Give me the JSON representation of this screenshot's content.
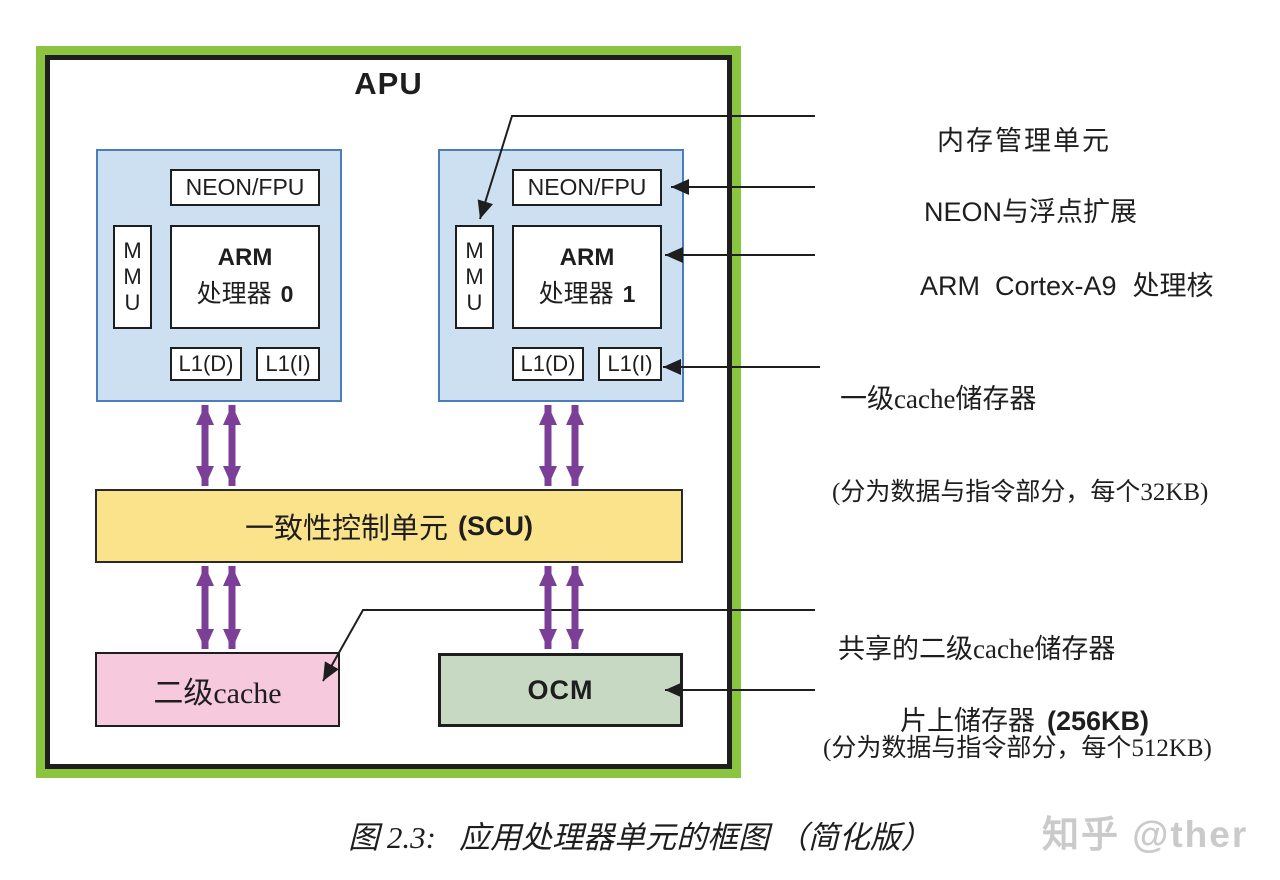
{
  "diagram": {
    "title": "APU",
    "cpu0": {
      "neon_fpu": "NEON/FPU",
      "mmu": "M\nM\nU",
      "arm_line1": "ARM",
      "arm_line2": "处理器",
      "core_id": "0",
      "l1d": "L1(D)",
      "l1i": "L1(I)"
    },
    "cpu1": {
      "neon_fpu": "NEON/FPU",
      "mmu": "M\nM\nU",
      "arm_line1": "ARM",
      "arm_line2": "处理器",
      "core_id": "1",
      "l1d": "L1(D)",
      "l1i": "L1(I)"
    },
    "scu": {
      "label_cn": "一致性控制单元",
      "label_en": "(SCU)"
    },
    "l2cache": {
      "label": "二级cache"
    },
    "ocm": {
      "label": "OCM"
    }
  },
  "annotations": {
    "mmu": {
      "text": "内存管理单元"
    },
    "neon": {
      "en": "NEON",
      "cn": "与浮点扩展"
    },
    "arm": {
      "en": "ARM  Cortex-A9",
      "cn": "处理核"
    },
    "l1": {
      "line1": "一级cache储存器",
      "line2": "(分为数据与指令部分，每个32KB)"
    },
    "l2": {
      "line1": "共享的二级cache储存器",
      "line2": "(分为数据与指令部分，每个512KB)"
    },
    "ocm": {
      "cn": "片上储存器",
      "en": "(256KB)"
    }
  },
  "caption": "图 2.3:   应用处理器单元的框图 （简化版）",
  "watermark": "知乎 @ther",
  "colors": {
    "frame_green": "#8BC53F",
    "block_blue_fill": "#CDE0F2",
    "block_blue_border": "#4A7EBB",
    "scu_yellow": "#FAE38B",
    "l2_pink": "#F7C9DD",
    "ocm_green": "#C8D9C3",
    "arrow_purple": "#7B3F98",
    "line_black": "#1E1E1E",
    "watermark_gray": "#CACACA"
  }
}
